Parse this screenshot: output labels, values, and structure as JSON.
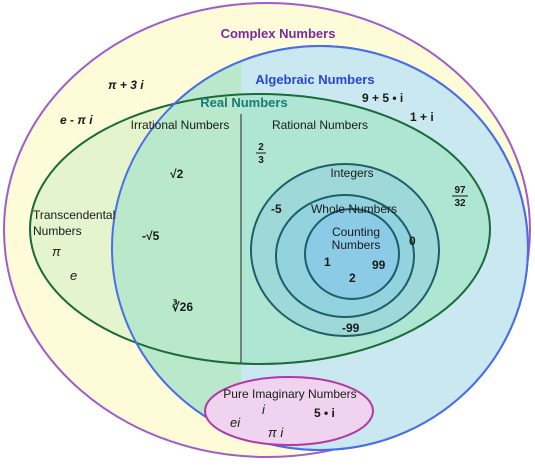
{
  "sets": {
    "complex": {
      "label": "Complex Numbers",
      "fill": "#fdfbd8",
      "stroke": "#a05cc8",
      "label_color": "#7a2aa0"
    },
    "algebraic": {
      "label": "Algebraic Numbers",
      "fill": "#c9e8ef",
      "stroke": "#4a6ee8",
      "label_color": "#2a44d6"
    },
    "real": {
      "label": "Real Numbers",
      "fill": "#aee6d3",
      "stroke": "#1a6a3a",
      "label_color": "#1a7a78",
      "left_fill": "#e4f4cc"
    },
    "irrational": {
      "label": "Irrational Numbers"
    },
    "rational": {
      "label": "Rational Numbers"
    },
    "transcendental": {
      "label_line1": "Transcendental",
      "label_line2": "Numbers"
    },
    "integers": {
      "label": "Integers",
      "fill": "#9fd8d9",
      "stroke": "#1c5f66"
    },
    "whole": {
      "label": "Whole Numbers",
      "fill": "#93d3e0",
      "stroke": "#1c5f66"
    },
    "counting": {
      "label_line1": "Counting",
      "label_line2": "Numbers",
      "fill": "#8ccbe6",
      "stroke": "#1c5f66"
    },
    "imaginary": {
      "label": "Pure Imaginary Numbers",
      "fill": "#f0d4ef",
      "stroke": "#b03aa2"
    }
  },
  "examples": {
    "complex_1": "π + 3 i",
    "complex_2": "e - π i",
    "algebraic_1": "9 + 5 • i",
    "algebraic_2": "1 + i",
    "sqrt2": "√2",
    "neg_sqrt5": "-√5",
    "cube_root_26": "∛26",
    "pi": "π",
    "e": "e",
    "frac_2_3_num": "2",
    "frac_2_3_den": "3",
    "frac_97_32_num": "97",
    "frac_97_32_den": "32",
    "neg5": "-5",
    "zero": "0",
    "one": "1",
    "ninety_nine": "99",
    "two": "2",
    "neg99": "-99",
    "i": "i",
    "five_i": "5 • i",
    "ei": "ei",
    "pi_i": "π i"
  }
}
